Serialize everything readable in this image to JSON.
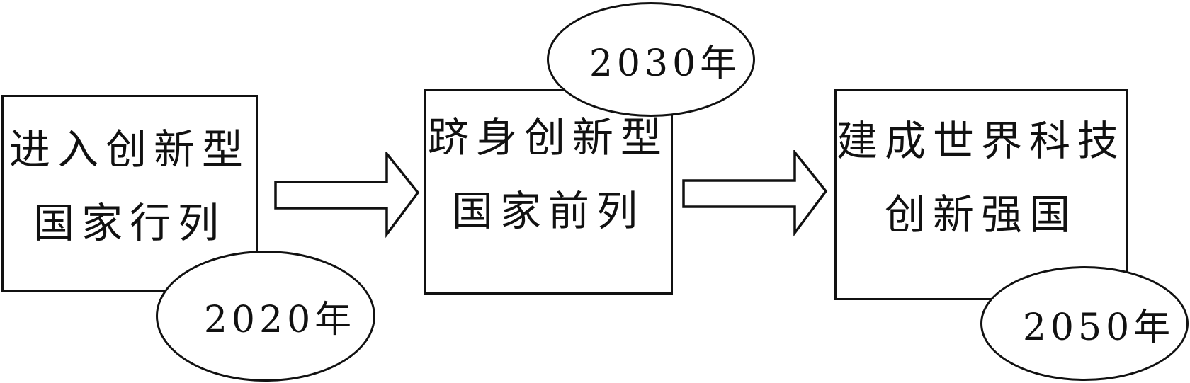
{
  "steps": [
    {
      "lines": [
        "进入创新型",
        "国家行列"
      ],
      "year": "2020年"
    },
    {
      "lines": [
        "跻身创新型",
        "国家前列"
      ],
      "year": "2030年"
    },
    {
      "lines": [
        "建成世界科技",
        "创新强国"
      ],
      "year": "2050年"
    }
  ],
  "colors": {
    "stroke": "#111111",
    "fill": "#ffffff"
  }
}
